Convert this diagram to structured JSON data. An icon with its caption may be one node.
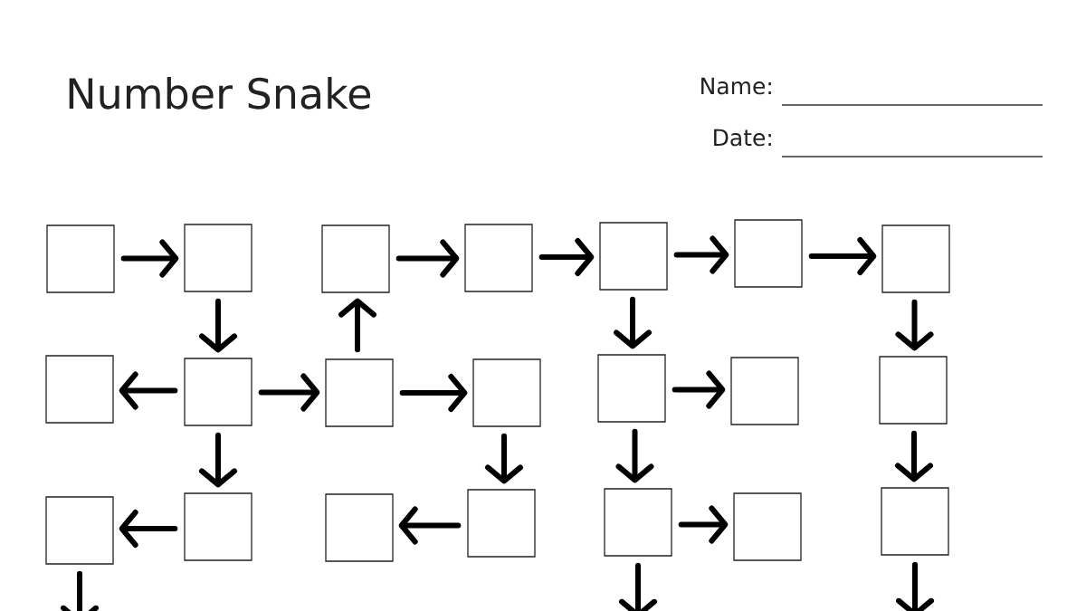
{
  "diagram": {
    "title": "Number Snake",
    "nodes": [
      {
        "text": [],
        "shape": "box"
      },
      {
        "text": [],
        "shape": "box"
      },
      {
        "text": [],
        "shape": "box"
      },
      {
        "text": [],
        "shape": "box"
      },
      {
        "text": [],
        "shape": "box"
      },
      {
        "text": [],
        "shape": "box"
      },
      {
        "text": [],
        "shape": "box"
      },
      {
        "text": [],
        "shape": "box"
      },
      {
        "text": [],
        "shape": "box"
      },
      {
        "text": [],
        "shape": "box"
      },
      {
        "text": [],
        "shape": "box"
      },
      {
        "text": [],
        "shape": "box"
      },
      {
        "text": [],
        "shape": "box"
      },
      {
        "text": [],
        "shape": "box"
      },
      {
        "text": [],
        "shape": "box"
      },
      {
        "text": [],
        "shape": "box"
      },
      {
        "text": [],
        "shape": "box"
      },
      {
        "text": [],
        "shape": "box"
      },
      {
        "text": [],
        "shape": "box"
      },
      {
        "text": [],
        "shape": "box"
      },
      {
        "text": [],
        "shape": "box"
      }
    ],
    "edges": [
      {
        "from": 0,
        "to": 1,
        "arrow": "to"
      },
      {
        "from": 2,
        "to": 3,
        "arrow": "to"
      },
      {
        "from": 3,
        "to": 4,
        "arrow": "to"
      },
      {
        "from": 4,
        "to": 5,
        "arrow": "to"
      },
      {
        "from": 5,
        "to": 6,
        "arrow": "to"
      },
      {
        "from": 1,
        "to": 8,
        "arrow": "to"
      },
      {
        "from": 9,
        "to": 2,
        "arrow": "to"
      },
      {
        "from": 4,
        "to": 11,
        "arrow": "to"
      },
      {
        "from": 6,
        "to": 13,
        "arrow": "to"
      },
      {
        "from": 8,
        "to": 7,
        "arrow": "to"
      },
      {
        "from": 8,
        "to": 9,
        "arrow": "to"
      },
      {
        "from": 9,
        "to": 10,
        "arrow": "to"
      },
      {
        "from": 11,
        "to": 12,
        "arrow": "to"
      },
      {
        "from": 8,
        "to": 15,
        "arrow": "to"
      },
      {
        "from": 10,
        "to": 17,
        "arrow": "to"
      },
      {
        "from": 11,
        "to": 18,
        "arrow": "to"
      },
      {
        "from": 13,
        "to": 20,
        "arrow": "to"
      },
      {
        "from": 15,
        "to": 14,
        "arrow": "to"
      },
      {
        "from": 17,
        "to": 16,
        "arrow": "to"
      },
      {
        "from": 18,
        "to": 19,
        "arrow": "to"
      },
      {
        "from": 14,
        "to": null,
        "arrow": "to"
      },
      {
        "from": 18,
        "to": null,
        "arrow": "to"
      },
      {
        "from": 20,
        "to": null,
        "arrow": "to"
      }
    ],
    "labels": [
      "Name:",
      "Date:"
    ]
  }
}
